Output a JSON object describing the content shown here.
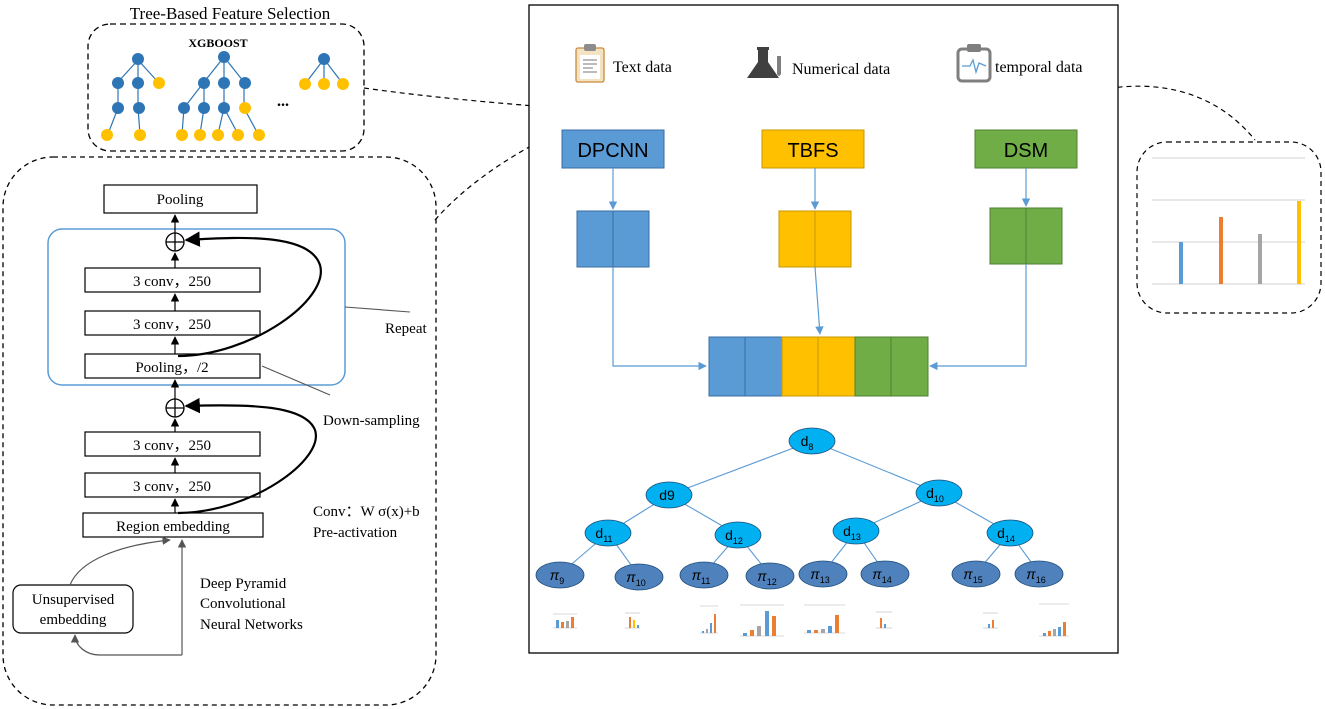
{
  "xgboost_panel": {
    "heading": "Tree-Based Feature Selection",
    "label": "XGBOOST",
    "ellipsis": "..."
  },
  "dpcnn_panel": {
    "pooling_top": "Pooling",
    "conv_1": "3 conv，250",
    "conv_2": "3 conv，250",
    "pooling_half": "Pooling，/2",
    "conv_3": "3 conv，250",
    "conv_4": "3 conv，250",
    "region_embedding": "Region embedding",
    "unsupervised_line1": "Unsupervised",
    "unsupervised_line2": "embedding",
    "repeat": "Repeat",
    "down_sampling": "Down-sampling",
    "conv_formula": "Conv：W σ(x)+b",
    "pre_activation": "Pre-activation",
    "dpcnn_line1": "Deep Pyramid",
    "dpcnn_line2": "Convolutional",
    "dpcnn_line3": "Neural Networks",
    "plus_symbol": "⊕"
  },
  "main_panel": {
    "data_types": {
      "text": "Text data",
      "numerical": "Numerical data",
      "temporal": "temporal data"
    },
    "modules": {
      "dpcnn": "DPCNN",
      "tbfs": "TBFS",
      "dsm": "DSM"
    },
    "tree_nodes": {
      "root": {
        "base": "d",
        "sub": "8"
      },
      "l1_left": {
        "base": "d9",
        "sub": ""
      },
      "l1_right": {
        "base": "d",
        "sub": "10"
      },
      "l2_a": {
        "base": "d",
        "sub": "11"
      },
      "l2_b": {
        "base": "d",
        "sub": "12"
      },
      "l2_c": {
        "base": "d",
        "sub": "13"
      },
      "l2_d": {
        "base": "d",
        "sub": "14"
      },
      "leaves": [
        {
          "base": "π",
          "sub": "9"
        },
        {
          "base": "π",
          "sub": "10"
        },
        {
          "base": "π",
          "sub": "11"
        },
        {
          "base": "π",
          "sub": "12"
        },
        {
          "base": "π",
          "sub": "13"
        },
        {
          "base": "π",
          "sub": "14"
        },
        {
          "base": "π",
          "sub": "15"
        },
        {
          "base": "π",
          "sub": "16"
        }
      ]
    }
  },
  "colors": {
    "blue": "#5b9bd5",
    "yellow": "#ffc000",
    "green": "#70ad47",
    "orange": "#ed7d31",
    "gray": "#a5a5a5",
    "tree_node": "#00b0f0",
    "leaf_node": "#4f81bd",
    "xgb_blue": "#2e75b6",
    "xgb_yellow": "#ffc000"
  },
  "icons": [
    "clipboard-icon",
    "lab-flask-icon",
    "monitor-clipboard-icon"
  ]
}
